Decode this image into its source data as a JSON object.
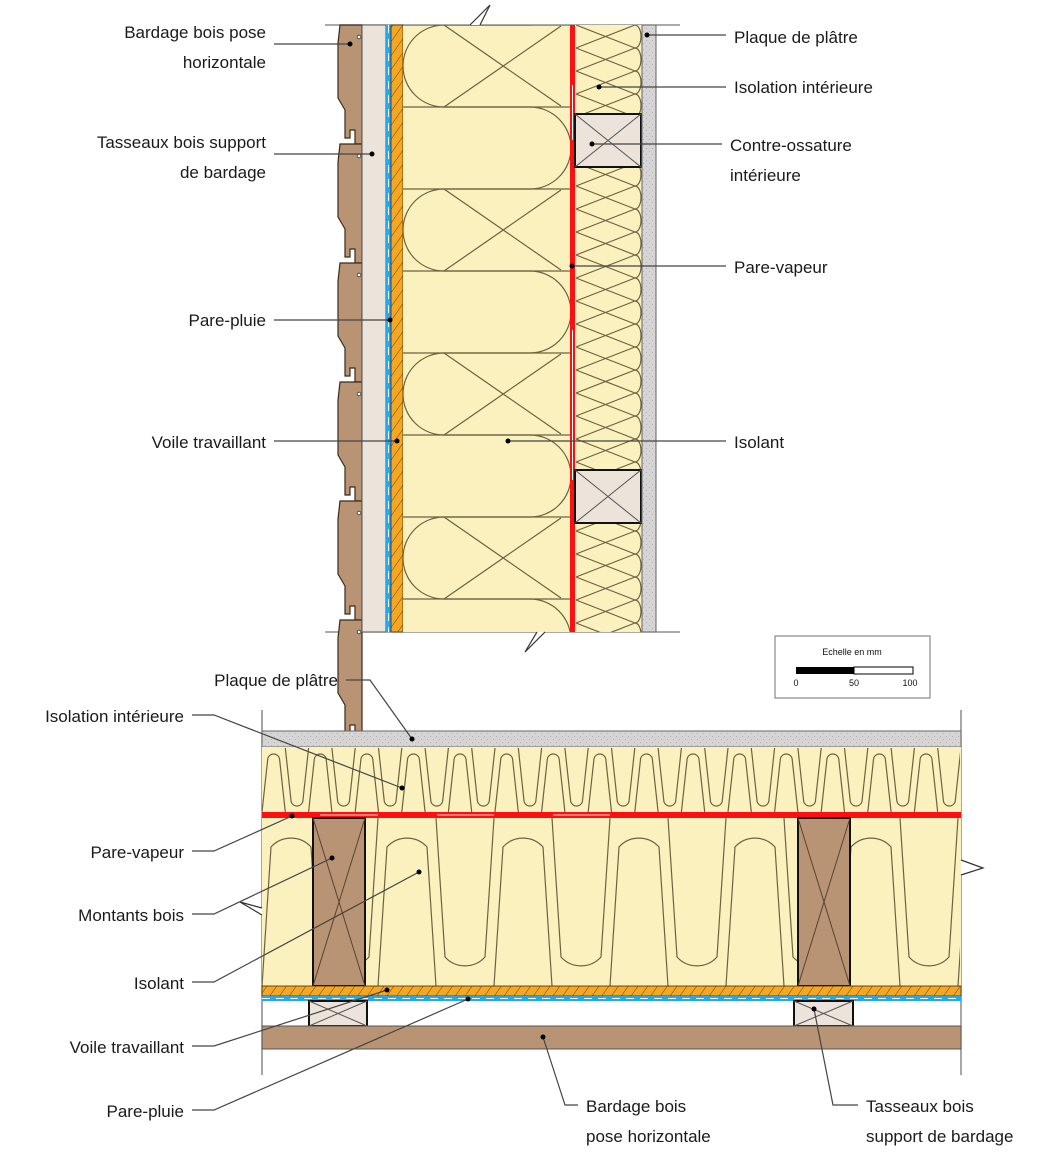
{
  "title": "Coupe de mur ossature bois",
  "colors": {
    "bardage": "#b89474",
    "tasseau": "#ece3da",
    "pare_pluie": "#22a9ee",
    "voile": "#f5a623",
    "isolant": "#fbf1bf",
    "pare_vapeur": "#ff1010",
    "platre": "#d6d4d4",
    "montant": "#b89474"
  },
  "vertical_section": {
    "labels_left": [
      {
        "id": "bardage",
        "line1": "Bardage bois pose",
        "line2": "horizontale"
      },
      {
        "id": "tasseaux",
        "line1": "Tasseaux bois support",
        "line2": "de bardage"
      },
      {
        "id": "pare-pluie",
        "line1": "Pare-pluie",
        "line2": ""
      },
      {
        "id": "voile",
        "line1": "Voile travaillant",
        "line2": ""
      }
    ],
    "labels_right": [
      {
        "id": "platre",
        "line1": "Plaque de plâtre",
        "line2": ""
      },
      {
        "id": "isolation-int",
        "line1": "Isolation intérieure",
        "line2": ""
      },
      {
        "id": "contre-ossature",
        "line1": "Contre-ossature",
        "line2": "intérieure"
      },
      {
        "id": "pare-vapeur",
        "line1": "Pare-vapeur",
        "line2": ""
      },
      {
        "id": "isolant",
        "line1": "Isolant",
        "line2": ""
      }
    ]
  },
  "horizontal_section": {
    "labels_left": [
      {
        "id": "platre",
        "line1": "Plaque de plâtre"
      },
      {
        "id": "isolation-int",
        "line1": "Isolation intérieure"
      },
      {
        "id": "pare-vapeur",
        "line1": "Pare-vapeur"
      },
      {
        "id": "montants",
        "line1": "Montants bois"
      },
      {
        "id": "isolant",
        "line1": "Isolant"
      },
      {
        "id": "voile",
        "line1": "Voile travaillant"
      },
      {
        "id": "pare-pluie",
        "line1": "Pare-pluie"
      }
    ],
    "labels_bottom": [
      {
        "id": "bardage",
        "line1": "Bardage bois",
        "line2": "pose horizontale"
      },
      {
        "id": "tasseaux",
        "line1": "Tasseaux bois",
        "line2": "support de bardage"
      }
    ]
  },
  "scale": {
    "title": "Echelle en mm",
    "ticks": [
      "0",
      "50",
      "100"
    ]
  }
}
